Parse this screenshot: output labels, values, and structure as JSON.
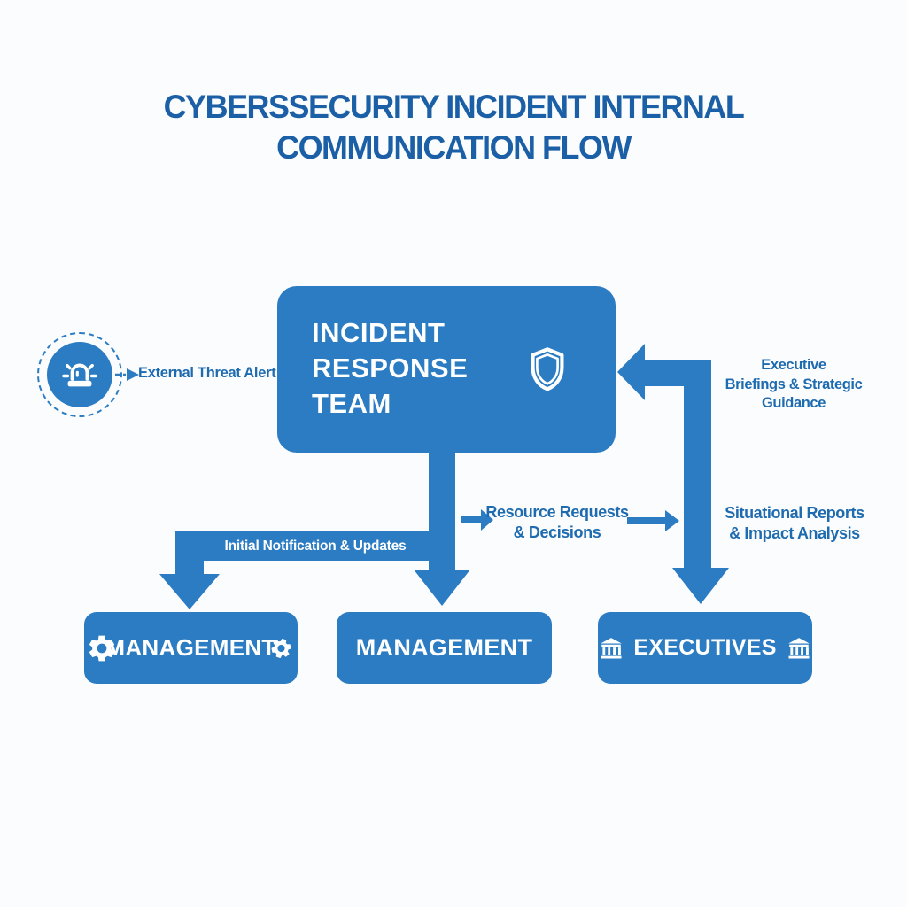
{
  "title": {
    "line1": "CYBERSSECURITY INCIDENT INTERNAL",
    "line2": "COMMUNICATION FLOW"
  },
  "colors": {
    "primary": "#2b7cc2",
    "title_text": "#1b5fa6",
    "label_text": "#1e6bb0",
    "background": "#fbfcfd",
    "box_text": "#ffffff"
  },
  "alert": {
    "icon": "siren-icon",
    "label": "External Threat Alert"
  },
  "central_box": {
    "label": "INCIDENT RESPONSE TEAM",
    "icon": "shield-icon"
  },
  "flows": {
    "initial_notification": "Initial Notification & Updates",
    "resource_requests": "Resource Requests\n& Decisions",
    "situational_reports": "Situational Reports\n& Impact Analysis",
    "executive_briefings": "Executive\nBriefings & Strategic\nGuidance"
  },
  "bottom_boxes": [
    {
      "label": "MANAGEMENT",
      "icons": [
        "gear-icon",
        "gear-icon"
      ]
    },
    {
      "label": "MANAGEMENT",
      "icons": []
    },
    {
      "label": "EXECUTIVES",
      "icons": [
        "bank-icon",
        "bank-icon"
      ]
    }
  ]
}
